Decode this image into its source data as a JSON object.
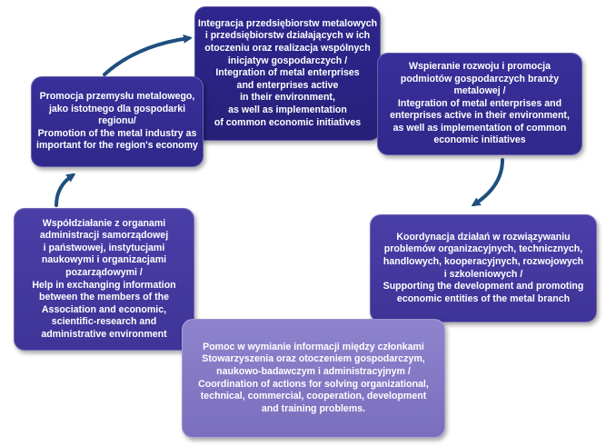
{
  "diagram": {
    "colors": {
      "dark_box": "#2f268e",
      "medium_box": "#3a2f9a",
      "light_box": "#8e83cc",
      "arrow": "#1f4f7e",
      "text": "#ffffff"
    },
    "boxes": {
      "top": "Integracja przedsiębiorstw metalowych\ni przedsiębiorstw działających w ich\notoczeniu oraz realizacja wspólnych\ninicjatyw gospodarczych /\nIntegration of metal enterprises\nand enterprises active\nin their environment,\nas well as implementation\nof common economic initiatives",
      "right": "Wspieranie rozwoju i promocja\npodmiotów gospodarczych branży\nmetalowej /\nIntegration of metal enterprises and\nenterprises active in their environment,\nas well as implementation of common\neconomic initiatives",
      "bottom_right": "Koordynacja działań w rozwiązywaniu\nproblemów organizacyjnych, technicznych,\nhandlowych, kooperacyjnych, rozwojowych\ni szkoleniowych /\nSupporting the development and promoting\neconomic entities of the metal branch",
      "bottom": "Pomoc w wymianie informacji między członkami\nStowarzyszenia oraz otoczeniem gospodarczym,\nnaukowo-badawczym i administracyjnym /\nCoordination of actions for solving organizational,\ntechnical, commercial, cooperation, development\nand training problems.",
      "bottom_left": "Współdziałanie z organami\nadministracji samorządowej\ni państwowej, instytucjami\nnaukowymi i organizacjami\npozarządowymi /\nHelp in exchanging information\nbetween the members of the\nAssociation and economic,\nscientific-research and\nadministrative environment",
      "left": "Promocja przemysłu metalowego,\njako istotnego dla gospodarki\nregionu/\nPromotion of the metal industry as\nimportant for the region's economy"
    }
  }
}
